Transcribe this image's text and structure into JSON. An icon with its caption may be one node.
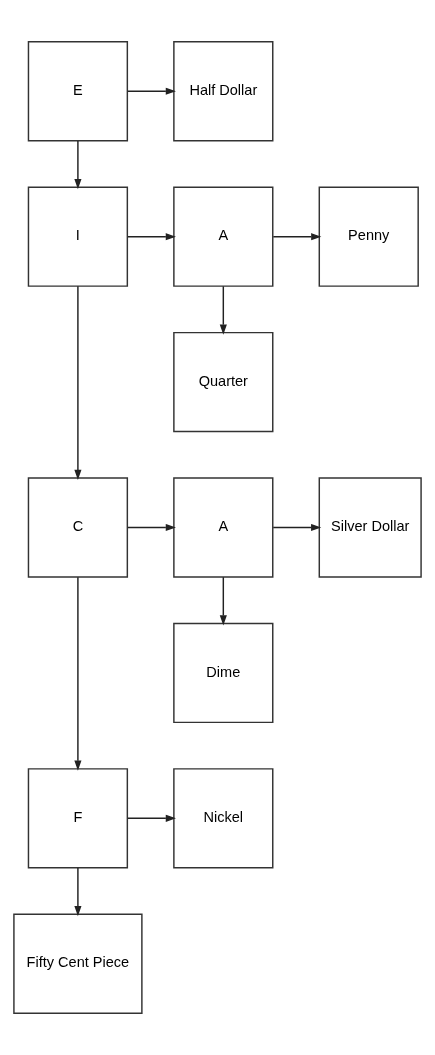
{
  "diagram": {
    "nodes": [
      {
        "text": [
          "E"
        ]
      },
      {
        "text": [
          "Half Dollar"
        ]
      },
      {
        "text": [
          "I"
        ]
      },
      {
        "text": [
          "A"
        ]
      },
      {
        "text": [
          "Penny"
        ]
      },
      {
        "text": [
          "Quarter"
        ]
      },
      {
        "text": [
          "C"
        ]
      },
      {
        "text": [
          "A"
        ]
      },
      {
        "text": [
          "Silver Dollar"
        ]
      },
      {
        "text": [
          "Dime"
        ]
      },
      {
        "text": [
          "F"
        ]
      },
      {
        "text": [
          "Nickel"
        ]
      },
      {
        "text": [
          "Fifty Cent Piece"
        ]
      }
    ],
    "edges": [
      {
        "from": 0,
        "to": 1,
        "arrow": "to"
      },
      {
        "from": 0,
        "to": 2,
        "arrow": "to"
      },
      {
        "from": 2,
        "to": 3,
        "arrow": "to"
      },
      {
        "from": 3,
        "to": 4,
        "arrow": "to"
      },
      {
        "from": 3,
        "to": 5,
        "arrow": "to"
      },
      {
        "from": 2,
        "to": 6,
        "arrow": "to"
      },
      {
        "from": 6,
        "to": 7,
        "arrow": "to"
      },
      {
        "from": 7,
        "to": 8,
        "arrow": "to"
      },
      {
        "from": 7,
        "to": 9,
        "arrow": "to"
      },
      {
        "from": 6,
        "to": 10,
        "arrow": "to"
      },
      {
        "from": 10,
        "to": 11,
        "arrow": "to"
      },
      {
        "from": 10,
        "to": 12,
        "arrow": "to"
      }
    ]
  }
}
